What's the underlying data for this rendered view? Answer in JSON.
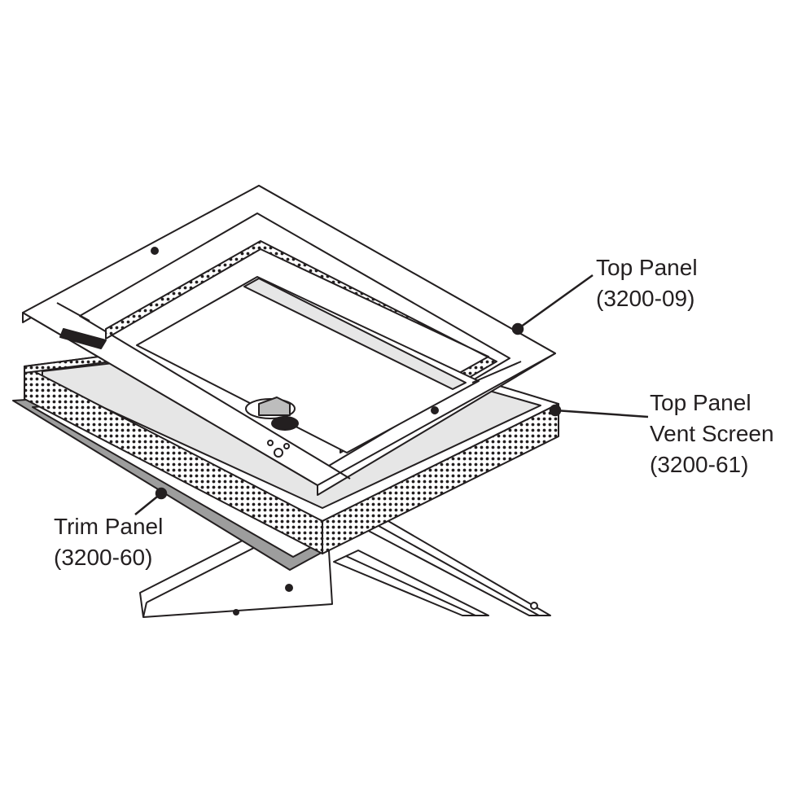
{
  "callouts": {
    "top_panel": {
      "name": "Top Panel",
      "part_number": "(3200-09)"
    },
    "vent_screen": {
      "name_line1": "Top Panel",
      "name_line2": "Vent Screen",
      "part_number": "(3200-61)"
    },
    "trim_panel": {
      "name": "Trim Panel",
      "part_number": "(3200-60)"
    }
  },
  "colors": {
    "line": "#231f20",
    "trim_fill": "#9d9d9d",
    "surface": "#ffffff",
    "inner_shade": "#e6e6e6"
  }
}
